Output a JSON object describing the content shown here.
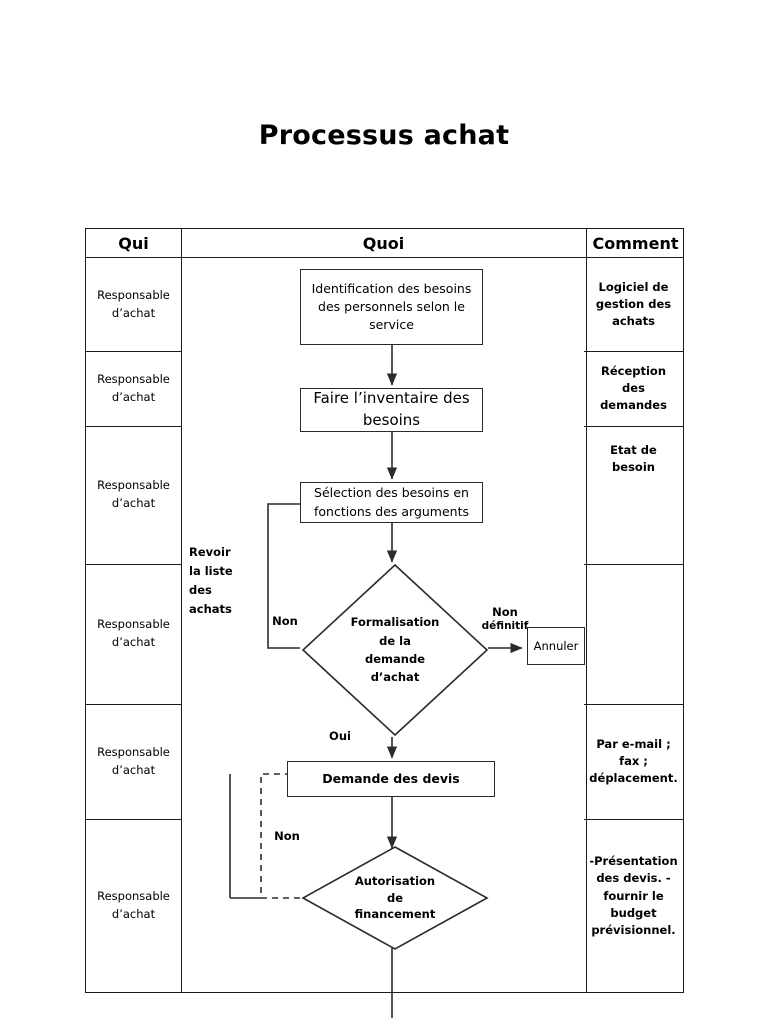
{
  "page": {
    "title": "Processus achat"
  },
  "table": {
    "headers": {
      "who": "Qui",
      "what": "Quoi",
      "comment": "Comment"
    },
    "rows": [
      {
        "who": "Responsable d’achat",
        "comment": "Logiciel de gestion des achats"
      },
      {
        "who": "Responsable d’achat",
        "comment": "Réception des demandes"
      },
      {
        "who": "Responsable d’achat",
        "comment": "Etat de besoin"
      },
      {
        "who": "Responsable d’achat",
        "comment": ""
      },
      {
        "who": "Responsable d’achat",
        "comment": "Par e-mail ; fax ; déplacement."
      },
      {
        "who": "Responsable d’achat",
        "comment": "-Présentation des devis. -fournir le budget prévisionnel."
      }
    ]
  },
  "flow": {
    "nodes": {
      "identification": "Identification des besoins des personnels selon le service",
      "inventaire": "Faire l’inventaire des besoins",
      "selection": "Sélection des besoins en fonctions des arguments",
      "formalisation_l1": "Formalisation",
      "formalisation_l2": "de la",
      "formalisation_l3": "demande",
      "formalisation_l4": "d’achat",
      "annuler": "Annuler",
      "demande_devis": "Demande des devis",
      "autorisation_l1": "Autorisation",
      "autorisation_l2": "de",
      "autorisation_l3": "financement"
    },
    "labels": {
      "non_left": "Non",
      "non_definitif_l1": "Non",
      "non_definitif_l2": "définitif",
      "oui": "Oui",
      "non_devis": "Non",
      "revoir_l1": "Revoir",
      "revoir_l2": "la liste",
      "revoir_l3": "des",
      "revoir_l4": "achats"
    }
  },
  "colors": {
    "line": "#1a1a1a",
    "shape_stroke": "#2b2b2b",
    "background": "#ffffff",
    "text": "#000000"
  }
}
